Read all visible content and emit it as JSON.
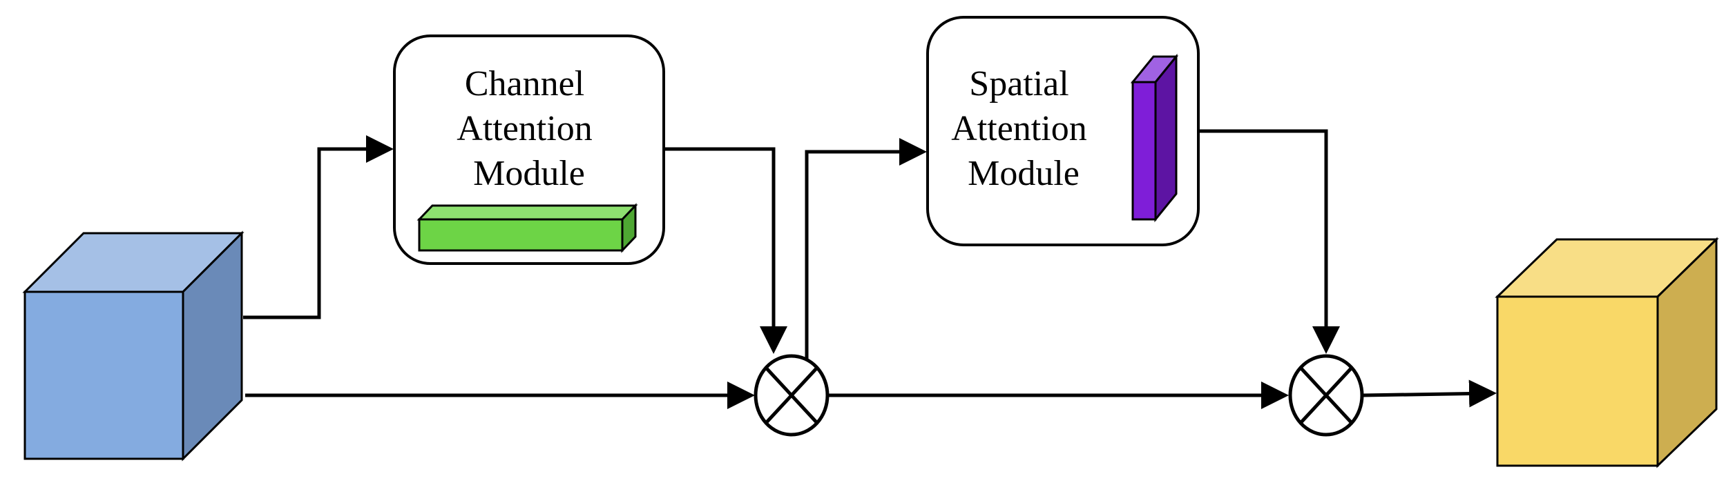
{
  "modules": {
    "channel": {
      "label_lines": [
        "Channel",
        "Attention",
        "Module"
      ]
    },
    "spatial": {
      "label_lines": [
        "Spatial",
        "Attention",
        "Module"
      ]
    }
  },
  "colors": {
    "input_cube_front": "#84abe0",
    "input_cube_top": "#a5c0e6",
    "input_cube_side": "#6a8ab8",
    "output_cube_front": "#f9d867",
    "output_cube_top": "#f8de86",
    "output_cube_side": "#cdae50",
    "channel_bar_front": "#6dd446",
    "channel_bar_top": "#8ee170",
    "channel_bar_side": "#4ea733",
    "spatial_bar_front": "#7f1ed8",
    "spatial_bar_top": "#a062e3",
    "spatial_bar_side": "#5d14a3",
    "stroke": "#000000"
  },
  "operators": {
    "multiply_symbol": "element-wise multiplication (circled X)"
  }
}
